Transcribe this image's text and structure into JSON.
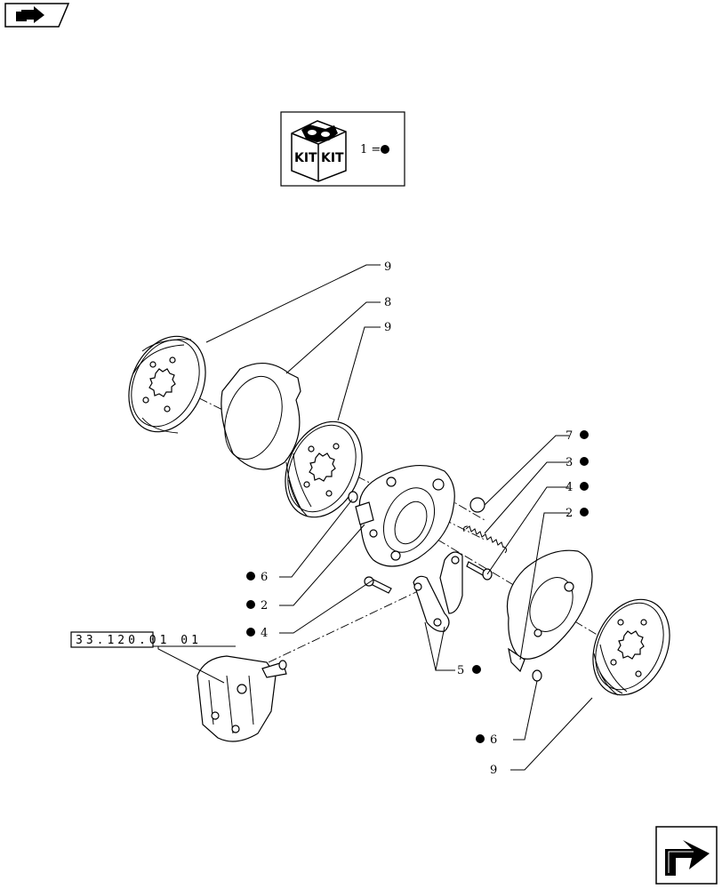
{
  "kit_legend": {
    "kit_label_left": "KIT",
    "kit_label_right": "KIT",
    "equation": "1 ="
  },
  "reference": {
    "text": "33.120.01 01"
  },
  "callouts": [
    {
      "id": "c9-top",
      "number": "9",
      "kit": false
    },
    {
      "id": "c8",
      "number": "8",
      "kit": false
    },
    {
      "id": "c9-mid",
      "number": "9",
      "kit": false
    },
    {
      "id": "c7",
      "number": "7",
      "kit": true
    },
    {
      "id": "c3",
      "number": "3",
      "kit": true
    },
    {
      "id": "c4-right",
      "number": "4",
      "kit": true
    },
    {
      "id": "c2-right",
      "number": "2",
      "kit": true
    },
    {
      "id": "c6-left",
      "number": "6",
      "kit": true
    },
    {
      "id": "c2-left",
      "number": "2",
      "kit": true
    },
    {
      "id": "c4-left",
      "number": "4",
      "kit": true
    },
    {
      "id": "c5",
      "number": "5",
      "kit": true
    },
    {
      "id": "c6-right",
      "number": "6",
      "kit": true
    },
    {
      "id": "c9-bottom",
      "number": "9",
      "kit": false
    }
  ],
  "icons": {
    "top_left": "book-page-icon",
    "bottom_right": "next-page-arrow-icon"
  }
}
